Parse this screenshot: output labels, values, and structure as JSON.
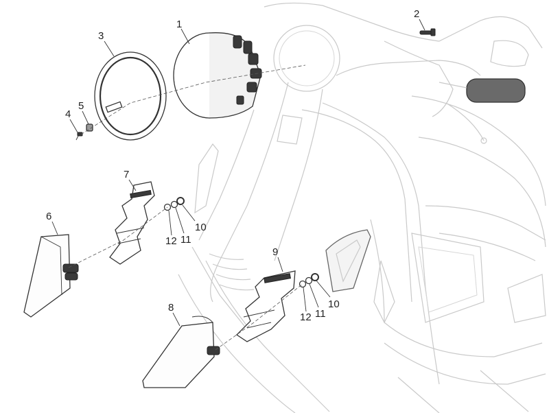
{
  "callouts": {
    "c1": "1",
    "c2": "2",
    "c3": "3",
    "c4": "4",
    "c5": "5",
    "c6": "6",
    "c7": "7",
    "c8": "8",
    "c9": "9",
    "c10a": "10",
    "c11a": "11",
    "c12a": "12",
    "c10b": "10",
    "c11b": "11",
    "c12b": "12"
  },
  "colors": {
    "line": "#333333",
    "ghost": "#c9c9c9",
    "background": "#ffffff"
  }
}
